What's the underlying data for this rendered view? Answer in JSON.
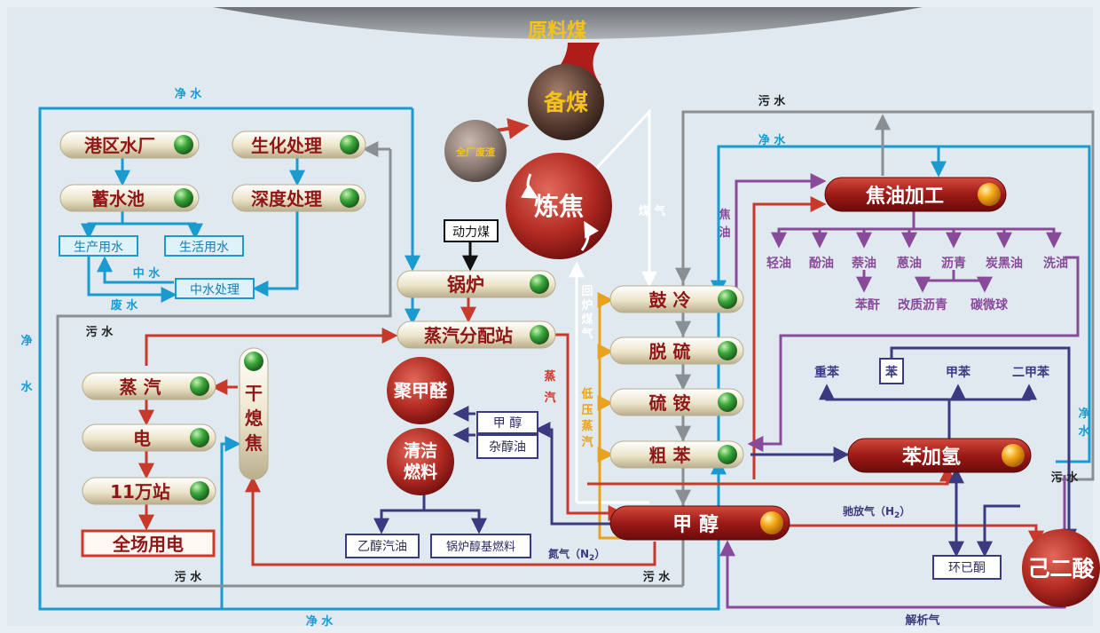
{
  "header": {
    "title": "原料煤"
  },
  "nodes": {
    "prep_coal": "备煤",
    "plant_waste": "全厂废渣",
    "coking": "炼焦",
    "power_coal": "动力煤",
    "boiler": "锅炉",
    "steam_dist": "蒸汽分配站",
    "harbor_water": "港区水厂",
    "reservoir": "蓄水池",
    "bio_treat": "生化处理",
    "deep_treat": "深度处理",
    "prod_water": "生产用水",
    "life_water": "生活用水",
    "mid_water_treat": "中水处理",
    "dry_quench_1": "干",
    "dry_quench_2": "熄",
    "dry_quench_3": "焦",
    "steam": "蒸 汽",
    "electricity": "电",
    "substation": "11万站",
    "plant_power": "全场用电",
    "polyformal": "聚甲醛",
    "clean_fuel_1": "清洁",
    "clean_fuel_2": "燃料",
    "methanol_box": "甲 醇",
    "fusel_oil": "杂醇油",
    "ethanol_gas": "乙醇汽油",
    "boiler_fuel": "锅炉醇基燃料",
    "drum_cool": "鼓 冷",
    "desulf": "脱 硫",
    "ammonium": "硫 铵",
    "crude_benzene": "粗 苯",
    "methanol": "甲 醇",
    "tar_processing": "焦油加工",
    "benzene_hydro": "苯加氢",
    "adipic": "己二酸",
    "cyclohexanone": "环已酮"
  },
  "tar_products": [
    "轻油",
    "酚油",
    "萘油",
    "蒽油",
    "沥青",
    "炭黑油",
    "洗油"
  ],
  "tar_sub_products": [
    "苯酐",
    "改质沥青",
    "碳微球"
  ],
  "benzene_products": [
    "重苯",
    "苯",
    "甲苯",
    "二甲苯"
  ],
  "labels": {
    "clean_water": "净 水",
    "clean_water_v1": "净",
    "clean_water_v2": "水",
    "sewage": "污 水",
    "mid_water": "中 水",
    "waste_water": "废 水",
    "coal_gas": "煤 气",
    "tar_v1": "焦",
    "tar_v2": "油",
    "return_gas_1": "回",
    "return_gas_2": "炉",
    "return_gas_3": "煤",
    "return_gas_4": "气",
    "lp_steam_1": "低",
    "lp_steam_2": "压",
    "lp_steam_3": "蒸",
    "lp_steam_4": "汽",
    "steam_v1": "蒸",
    "steam_v2": "汽",
    "nitrogen": "氮气（N",
    "nitrogen_sub": "2",
    "nitrogen_end": "）",
    "purge_gas": "驰放气（H",
    "purge_sub": "2",
    "purge_end": "）",
    "desorb_gas": "解析气"
  },
  "colors": {
    "clean_water": "#1a9bd0",
    "sewage": "#8a8f93",
    "red_flow": "#c8392b",
    "purple_flow": "#8a4a9a",
    "navy_flow": "#3b3a80",
    "orange_flow": "#e8a21e",
    "node_dark": "#8f1717",
    "node_light": "#e9e2c6",
    "green_dot": "#3aa73a",
    "orange_dot": "#f2a515"
  }
}
